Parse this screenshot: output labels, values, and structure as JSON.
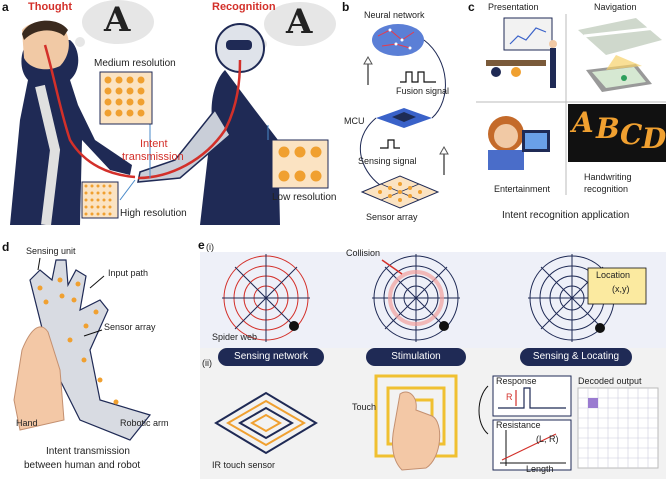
{
  "panel_a": {
    "label": "a",
    "thought": "Thought",
    "recognition": "Recognition",
    "medium_resolution": "Medium resolution",
    "intent_transmission_1": "Intent",
    "intent_transmission_2": "transmission",
    "high_resolution": "High resolution",
    "low_resolution": "Low resolution",
    "letter": "A"
  },
  "panel_b": {
    "label": "b",
    "neural_network": "Neural network",
    "fusion_signal": "Fusion signal",
    "mcu": "MCU",
    "sensing_signal": "Sensing signal",
    "sensor_array": "Sensor array"
  },
  "panel_c": {
    "label": "c",
    "presentation": "Presentation",
    "navigation": "Navigation",
    "entertainment": "Entertainment",
    "handwriting_1": "Handwriting",
    "handwriting_2": "recognition",
    "caption": "Intent recognition application",
    "letters": [
      "A",
      "B",
      "C",
      "D"
    ]
  },
  "panel_d": {
    "label": "d",
    "sensing_unit": "Sensing unit",
    "input_path": "Input path",
    "sensor_array": "Sensor array",
    "hand": "Hand",
    "robotic_arm": "Robotic arm",
    "caption_1": "Intent transmission",
    "caption_2": "between human and robot"
  },
  "panel_e": {
    "label": "e",
    "row1_tag": "(i)",
    "row2_tag": "(ii)",
    "collision": "Collision",
    "location": "Location",
    "location_xy": "(x,y)",
    "spider_web": "Spider web",
    "pill_1": "Sensing network",
    "pill_2": "Stimulation",
    "pill_3": "Sensing & Locating",
    "ir_touch_sensor": "IR touch sensor",
    "touch": "Touch",
    "response": "Response",
    "r": "R",
    "resistance": "Resistance",
    "lr": "(L, R)",
    "length": "Length",
    "decoded_output": "Decoded output"
  }
}
